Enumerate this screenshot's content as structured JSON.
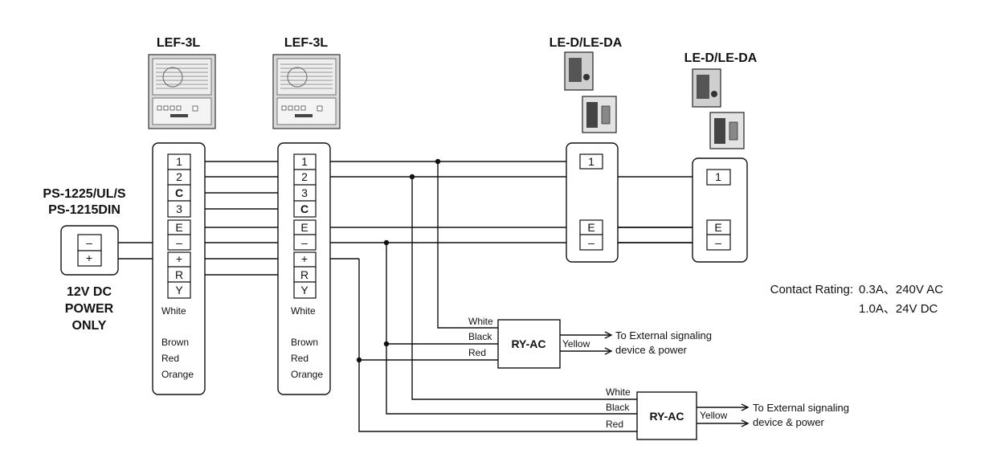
{
  "units": {
    "lef_1": {
      "model": "LEF-3L",
      "terminals": [
        "1",
        "2",
        "C",
        "3",
        "E",
        "–",
        "+",
        "R",
        "Y"
      ]
    },
    "lef_2": {
      "model": "LEF-3L",
      "terminals": [
        "1",
        "2",
        "3",
        "C",
        "E",
        "–",
        "+",
        "R",
        "Y"
      ]
    },
    "led_1": {
      "model": "LE-D/LE-DA",
      "terminals": [
        "1",
        "E",
        "–"
      ]
    },
    "led_2": {
      "model": "LE-D/LE-DA",
      "terminals": [
        "1",
        "E",
        "–"
      ]
    },
    "psu": {
      "model_line1": "PS-1225/UL/S",
      "model_line2": "PS-1215DIN",
      "terminals": [
        "–",
        "+"
      ],
      "note_line1": "12V DC",
      "note_line2": "POWER",
      "note_line3": "ONLY"
    }
  },
  "wire_colors": {
    "white": "White",
    "brown": "Brown",
    "red": "Red",
    "orange": "Orange"
  },
  "relay_1": {
    "label": "RY-AC",
    "in_white": "White",
    "in_black": "Black",
    "in_red": "Red",
    "out": "Yellow",
    "dest_line1": "To External signaling",
    "dest_line2": "device & power"
  },
  "relay_2": {
    "label": "RY-AC",
    "in_white": "White",
    "in_black": "Black",
    "in_red": "Red",
    "out": "Yellow",
    "dest_line1": "To External signaling",
    "dest_line2": "device & power"
  },
  "contact_rating": {
    "label": "Contact Rating:",
    "line1": "0.3A、240V AC",
    "line2": "1.0A、24V DC"
  }
}
